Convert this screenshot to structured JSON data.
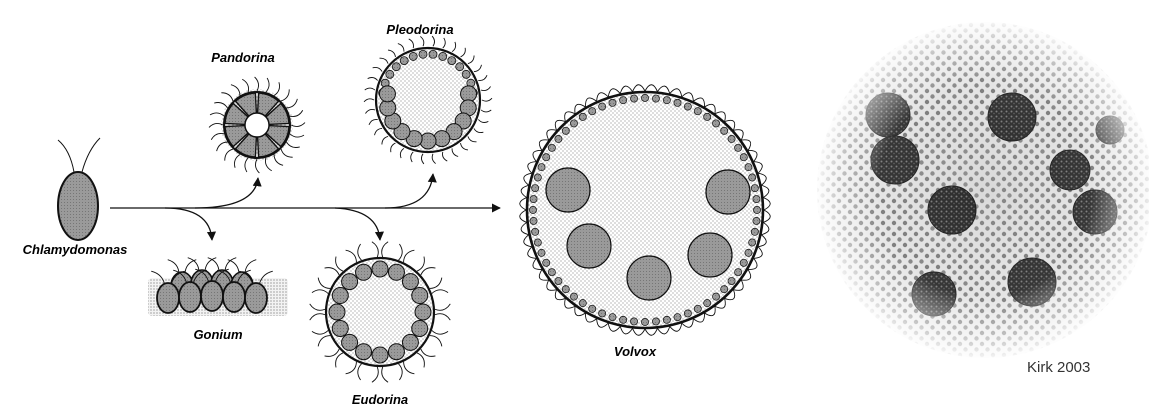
{
  "diagram": {
    "organisms": {
      "chlamydomonas": "Chlamydomonas",
      "pandorina": "Pandorina",
      "pleodorina": "Pleodorina",
      "gonium": "Gonium",
      "eudorina": "Eudorina",
      "volvox": "Volvox"
    },
    "credit": "Kirk 2003",
    "colors": {
      "cell_fill": "#9a9a9a",
      "outline": "#111111",
      "matrix_dots": "#8a8a8a"
    }
  }
}
